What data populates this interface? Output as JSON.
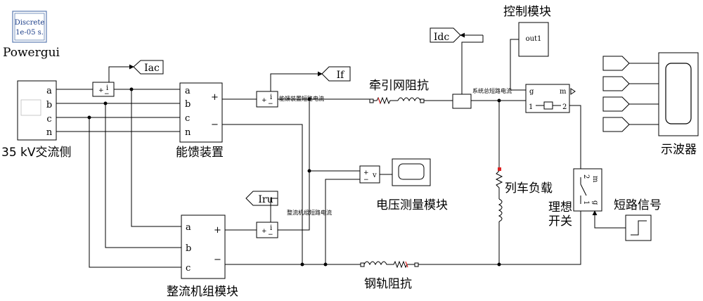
{
  "powergui": {
    "line1": "Discrete",
    "line2": "1e-05 s.",
    "label": "Powergui"
  },
  "ac_source": {
    "label": "35 kV交流侧",
    "ports": [
      "a",
      "b",
      "c",
      "n"
    ]
  },
  "feeder_block": {
    "label": "能馈装置",
    "ports_in": [
      "a",
      "b",
      "c",
      "n"
    ],
    "port_plus": "+",
    "port_minus": "−"
  },
  "rectifier_block": {
    "label": "整流机组模块",
    "ports_in": [
      "a",
      "b",
      "c"
    ],
    "port_plus": "+",
    "port_minus": "−"
  },
  "goto_tags": {
    "iac": "Iac",
    "if": "If",
    "iru": "Iru",
    "idc": "Idc"
  },
  "control_block": {
    "label": "控制模块",
    "port": "out1"
  },
  "catenary": {
    "label": "牵引网阻抗"
  },
  "rail": {
    "label": "钢轨阻抗"
  },
  "train_load": {
    "label": "列车负载"
  },
  "voltage_block": {
    "label": "电压测量模块",
    "sensor_port_plus": "+",
    "sensor_port_minus": "−",
    "sensor_out": "v"
  },
  "breaker": {
    "port_g": "g",
    "port_m": "m",
    "port_1": "1",
    "port_2": "2"
  },
  "ideal_switch": {
    "label_line1": "理想",
    "label_line2": "开关",
    "port_g": "g",
    "port_m": "m",
    "port_1": "1",
    "port_2": "2"
  },
  "short_signal": {
    "label": "短路信号"
  },
  "scope": {
    "label": "示波器"
  },
  "meters": {
    "current_sensor_port": "i",
    "plus": "+",
    "minus": "−"
  },
  "wire_labels": {
    "feeder_short": "能馈装置短路电流",
    "system_short": "系统总短路电流",
    "rectifier_short": "整流机组短路电流"
  }
}
